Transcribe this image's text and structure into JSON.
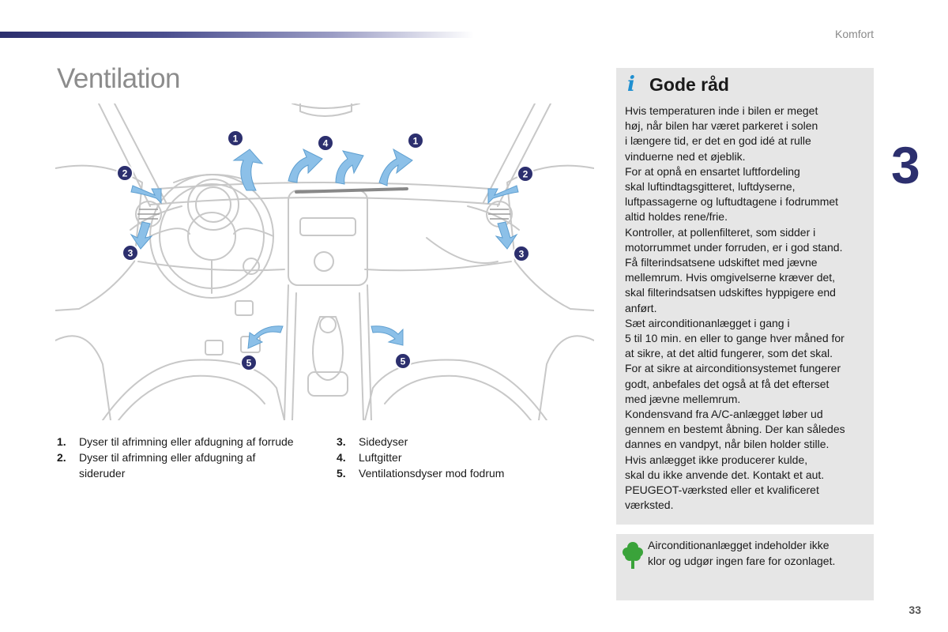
{
  "header": {
    "section": "Komfort",
    "chapter_number": "3"
  },
  "page": {
    "title": "Ventilation",
    "number": "33"
  },
  "figure": {
    "badges": [
      "1",
      "1",
      "4",
      "2",
      "2",
      "3",
      "3",
      "5",
      "5"
    ],
    "colors": {
      "arrow": "#8cc0e8",
      "badge": "#2c2f6e",
      "line": "#c8c8c8"
    }
  },
  "legend": {
    "left": [
      {
        "num": "1.",
        "text": "Dyser til afrimning eller afdugning af forrude"
      },
      {
        "num": "2.",
        "text": "Dyser til afrimning eller afdugning af sideruder"
      }
    ],
    "right": [
      {
        "num": "3.",
        "text": "Sidedyser"
      },
      {
        "num": "4.",
        "text": "Luftgitter"
      },
      {
        "num": "5.",
        "text": "Ventilationsdyser mod fodrum"
      }
    ]
  },
  "tips": {
    "icon": "info-icon",
    "title": "Gode råd",
    "body": "Hvis temperaturen inde i bilen er meget\nhøj, når bilen har været parkeret i solen\ni længere tid, er det en god idé at rulle\nvinduerne ned et øjeblik.\nFor at opnå en ensartet luftfordeling\nskal luftindtagsgitteret, luftdyserne,\nluftpassagerne og luftudtagene i fodrummet\naltid holdes rene/frie.\nKontroller, at pollenfilteret, som sidder i\nmotorrummet under forruden, er i god stand.\nFå filterindsatsene udskiftet med jævne\nmellemrum. Hvis omgivelserne kræver det,\nskal filterindsatsen udskiftes hyppigere end\nanført.\nSæt airconditionanlægget i gang i\n5 til 10 min. en eller to gange hver måned for\nat sikre, at det altid fungerer, som det skal.\nFor at sikre at airconditionsystemet fungerer\ngodt, anbefales det også at få det efterset\nmed jævne mellemrum.\nKondensvand fra A/C-anlægget løber ud\ngennem en bestemt åbning. Der kan således\ndannes en vandpyt, når bilen holder stille.\nHvis anlægget ikke producerer kulde,\nskal du ikke anvende det. Kontakt et aut.\nPEUGEOT-værksted eller et kvalificeret\nværksted.",
    "colors": {
      "background": "#e6e6e6",
      "icon": "#1f8fd0"
    }
  },
  "eco": {
    "icon": "tree-icon",
    "text": "Airconditionanlægget indeholder ikke\nklor og udgør ingen fare for ozonlaget.",
    "colors": {
      "icon": "#3aa33a"
    }
  }
}
